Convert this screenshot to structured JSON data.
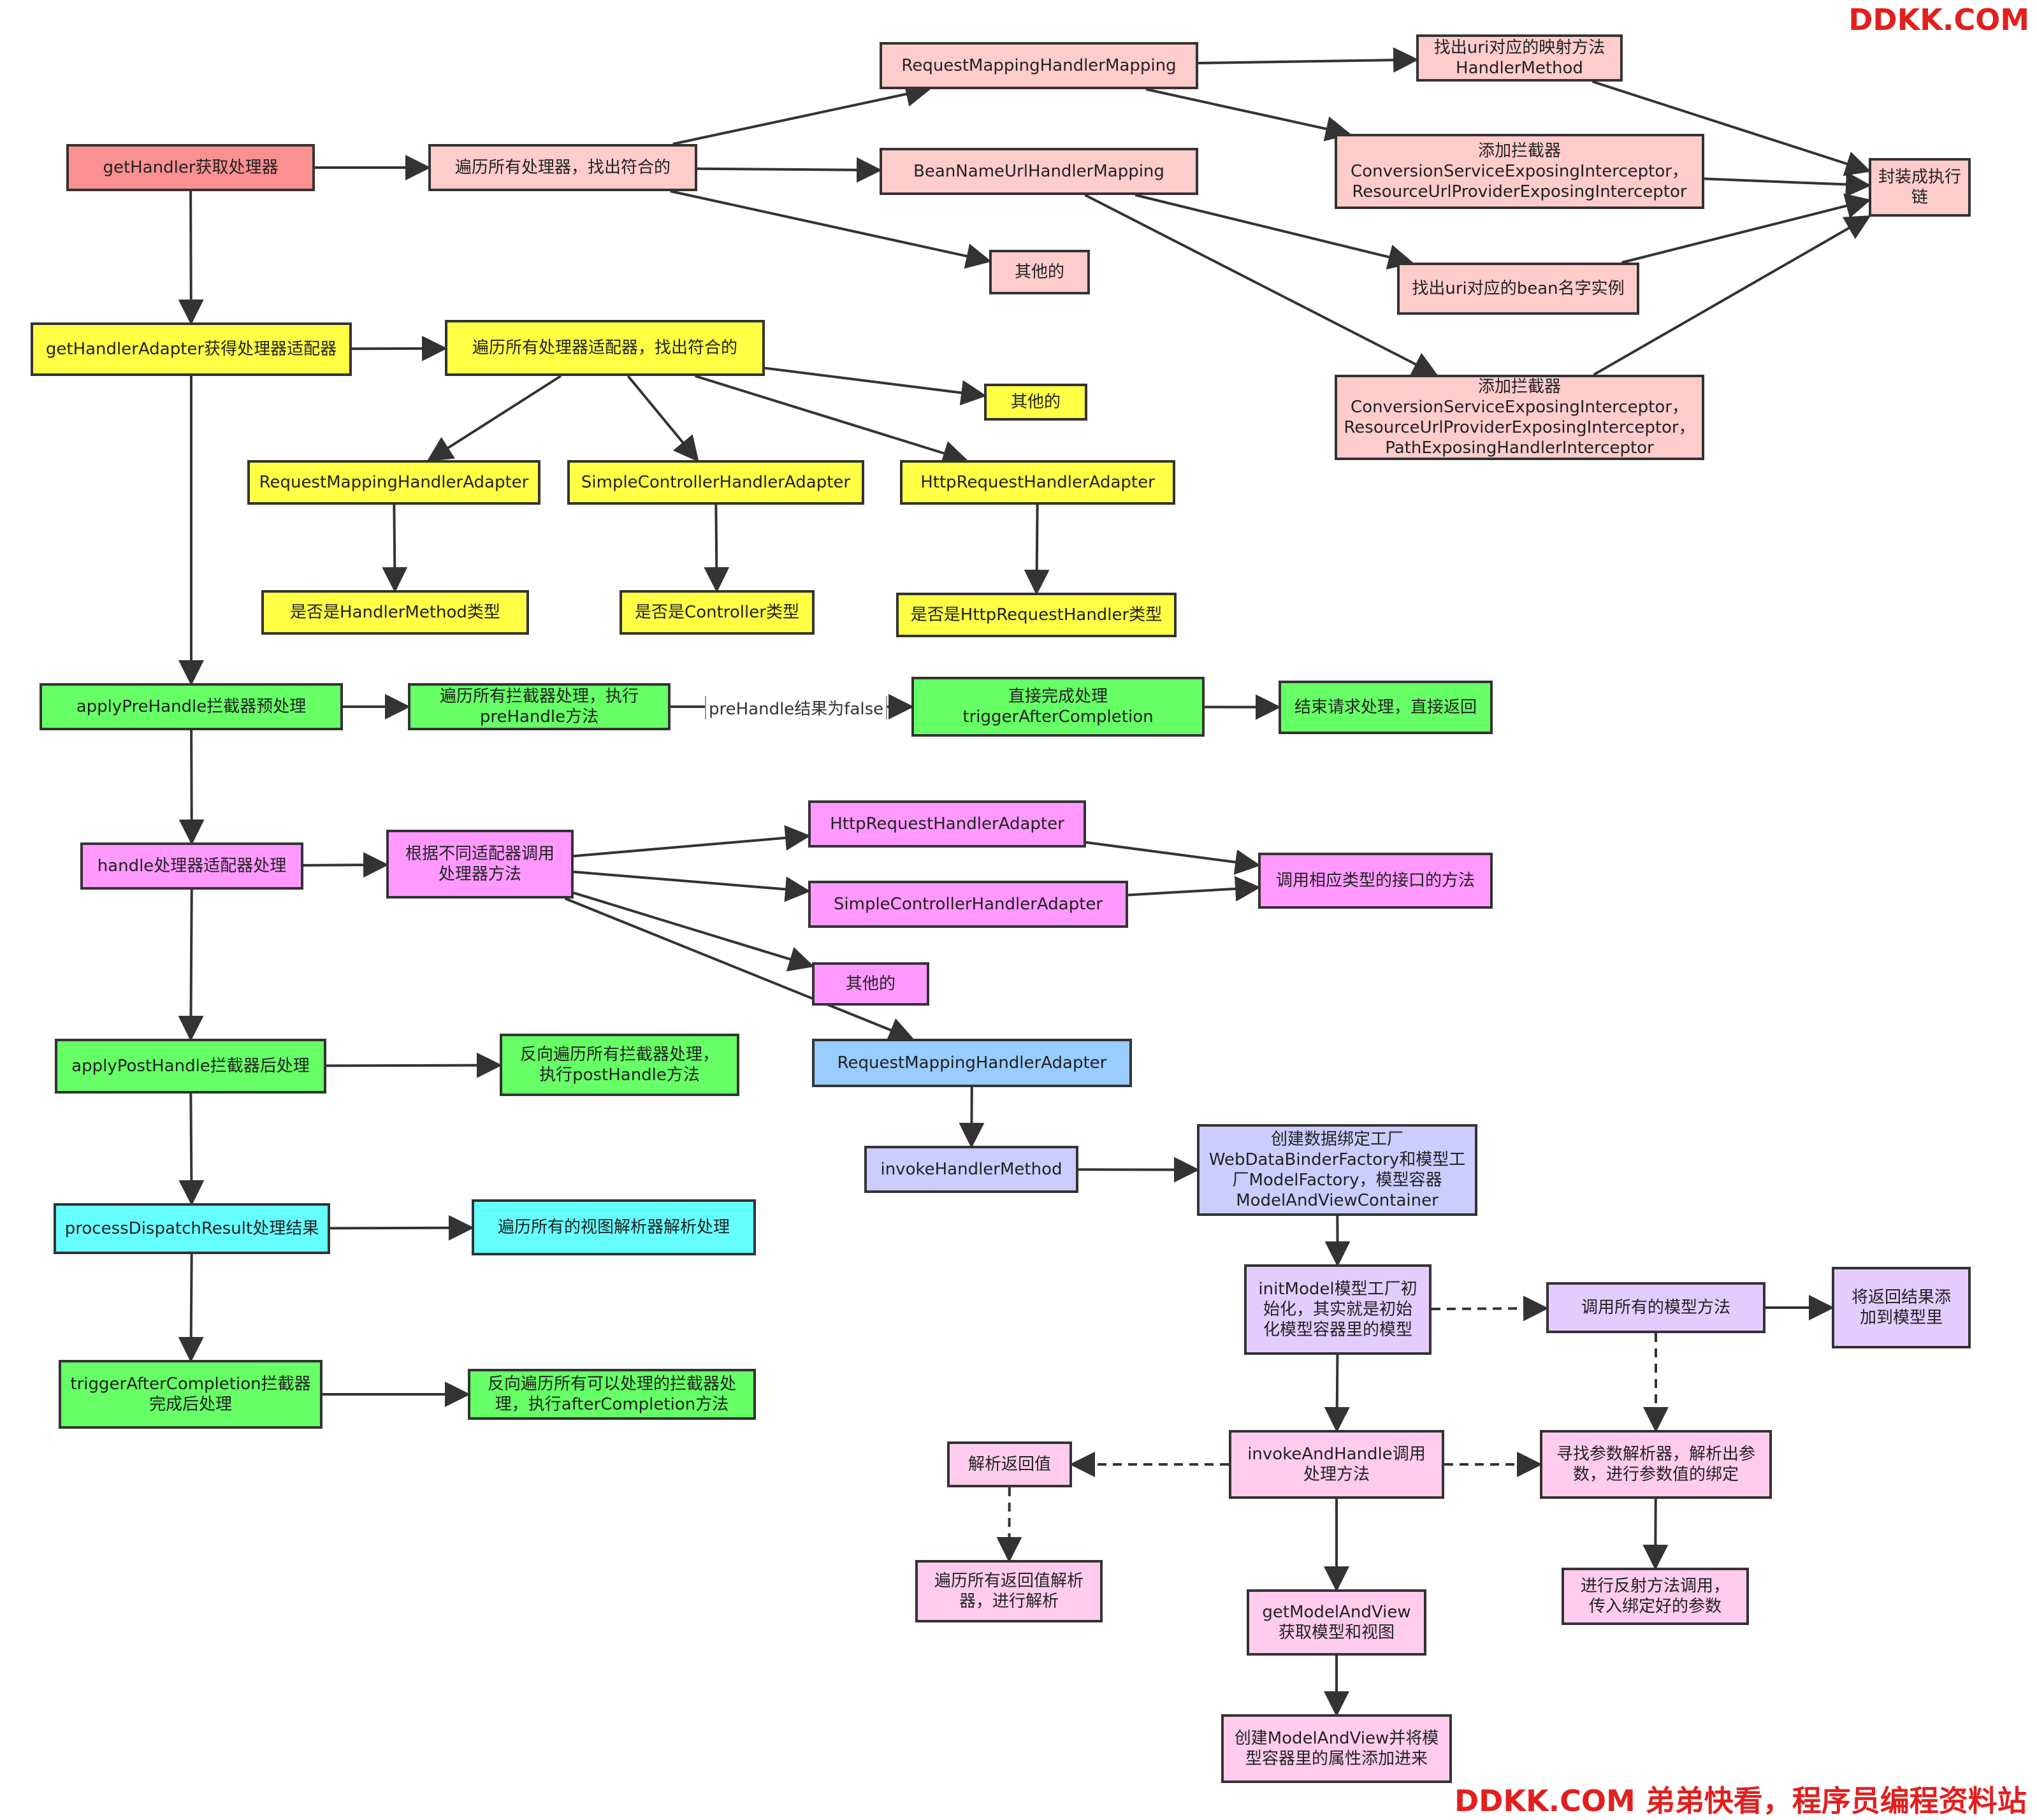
{
  "brand": {
    "top": "DDKK.COM",
    "bottom": "DDKK.COM 弟弟快看，程序员编程资料站"
  },
  "colors": {
    "red": "#fa9090",
    "pink": "#ffcccc",
    "yellow": "#ffff44",
    "green": "#66ff66",
    "magenta": "#ff99ff",
    "blue": "#99ccff",
    "lavender": "#ccccff",
    "lilac": "#e5ccff",
    "rose": "#ffccee",
    "cyan": "#66ffff",
    "line": "#333333"
  },
  "nodes": [
    {
      "id": "getHandler",
      "label": "getHandler获取处理器",
      "color": "red"
    },
    {
      "id": "iterHandlers",
      "label": "遍历所有处理器，找出符合的",
      "color": "pink"
    },
    {
      "id": "rmhm",
      "label": "RequestMappingHandlerMapping",
      "color": "pink"
    },
    {
      "id": "bnuhm",
      "label": "BeanNameUrlHandlerMapping",
      "color": "pink"
    },
    {
      "id": "otherMapping",
      "label": "其他的",
      "color": "pink"
    },
    {
      "id": "findUriMethod",
      "label": "找出uri对应的映射方法\nHandlerMethod",
      "color": "pink"
    },
    {
      "id": "addInterceptors1",
      "label": "添加拦截器\nConversionServiceExposingInterceptor，\nResourceUrlProviderExposingInterceptor",
      "color": "pink"
    },
    {
      "id": "findUriBean",
      "label": "找出uri对应的bean名字实例",
      "color": "pink"
    },
    {
      "id": "addInterceptors2",
      "label": "添加拦截器\nConversionServiceExposingInterceptor，\nResourceUrlProviderExposingInterceptor，\nPathExposingHandlerInterceptor",
      "color": "pink"
    },
    {
      "id": "wrapChain",
      "label": "封装成执行链",
      "color": "pink"
    },
    {
      "id": "getHandlerAdapter",
      "label": "getHandlerAdapter获得处理器适配器",
      "color": "yellow"
    },
    {
      "id": "iterAdapters",
      "label": "遍历所有处理器适配器，找出符合的",
      "color": "yellow"
    },
    {
      "id": "otherAdapter",
      "label": "其他的",
      "color": "yellow"
    },
    {
      "id": "rmhaY",
      "label": "RequestMappingHandlerAdapter",
      "color": "yellow"
    },
    {
      "id": "schaY",
      "label": "SimpleControllerHandlerAdapter",
      "color": "yellow"
    },
    {
      "id": "hrhaY",
      "label": "HttpRequestHandlerAdapter",
      "color": "yellow"
    },
    {
      "id": "isHandlerMethod",
      "label": "是否是HandlerMethod类型",
      "color": "yellow"
    },
    {
      "id": "isController",
      "label": "是否是Controller类型",
      "color": "yellow"
    },
    {
      "id": "isHttpRequestHandler",
      "label": "是否是HttpRequestHandler类型",
      "color": "yellow"
    },
    {
      "id": "applyPreHandle",
      "label": "applyPreHandle拦截器预处理",
      "color": "green"
    },
    {
      "id": "iterPreHandle",
      "label": "遍历所有拦截器处理，执行\npreHandle方法",
      "color": "green"
    },
    {
      "id": "directComplete",
      "label": "直接完成处理\ntriggerAfterCompletion",
      "color": "green"
    },
    {
      "id": "endRequest",
      "label": "结束请求处理，直接返回",
      "color": "green"
    },
    {
      "id": "handle",
      "label": "handle处理器适配器处理",
      "color": "magenta"
    },
    {
      "id": "callByAdapter",
      "label": "根据不同适配器调用\n处理器方法",
      "color": "magenta"
    },
    {
      "id": "hrhaM",
      "label": "HttpRequestHandlerAdapter",
      "color": "magenta"
    },
    {
      "id": "schaM",
      "label": "SimpleControllerHandlerAdapter",
      "color": "magenta"
    },
    {
      "id": "otherHandle",
      "label": "其他的",
      "color": "magenta"
    },
    {
      "id": "callInterface",
      "label": "调用相应类型的接口的方法",
      "color": "magenta"
    },
    {
      "id": "rmhaB",
      "label": "RequestMappingHandlerAdapter",
      "color": "blue"
    },
    {
      "id": "applyPostHandle",
      "label": "applyPostHandle拦截器后处理",
      "color": "green"
    },
    {
      "id": "iterPostHandle",
      "label": "反向遍历所有拦截器处理，\n执行postHandle方法",
      "color": "green"
    },
    {
      "id": "invokeHandlerMethod",
      "label": "invokeHandlerMethod",
      "color": "lavender"
    },
    {
      "id": "createFactories",
      "label": "创建数据绑定工厂\nWebDataBinderFactory和模型工\n厂ModelFactory，模型容器\nModelAndViewContainer",
      "color": "lavender"
    },
    {
      "id": "processDispatchResult",
      "label": "processDispatchResult处理结果",
      "color": "cyan"
    },
    {
      "id": "iterViewResolvers",
      "label": "遍历所有的视图解析器解析处理",
      "color": "cyan"
    },
    {
      "id": "initModel",
      "label": "initModel模型工厂初\n始化，其实就是初始\n化模型容器里的模型",
      "color": "lilac"
    },
    {
      "id": "callModelMethods",
      "label": "调用所有的模型方法",
      "color": "lilac"
    },
    {
      "id": "addResultToModel",
      "label": "将返回结果添\n加到模型里",
      "color": "lilac"
    },
    {
      "id": "triggerAfterCompletion",
      "label": "triggerAfterCompletion拦截器\n完成后处理",
      "color": "green"
    },
    {
      "id": "iterAfterCompletion",
      "label": "反向遍历所有可以处理的拦截器处\n理，执行afterCompletion方法",
      "color": "green"
    },
    {
      "id": "parseReturn",
      "label": "解析返回值",
      "color": "rose"
    },
    {
      "id": "invokeAndHandle",
      "label": "invokeAndHandle调用\n处理方法",
      "color": "rose"
    },
    {
      "id": "findArgResolver",
      "label": "寻找参数解析器，解析出参\n数，进行参数值的绑定",
      "color": "rose"
    },
    {
      "id": "iterReturnResolvers",
      "label": "遍历所有返回值解析\n器，进行解析",
      "color": "rose"
    },
    {
      "id": "reflectInvoke",
      "label": "进行反射方法调用，\n传入绑定好的参数",
      "color": "rose"
    },
    {
      "id": "getModelAndView",
      "label": "getModelAndView\n获取模型和视图",
      "color": "rose"
    },
    {
      "id": "createModelAndView",
      "label": "创建ModelAndView并将模\n型容器里的属性添加进来",
      "color": "rose"
    }
  ],
  "edges": [
    {
      "from": "getHandler",
      "to": "iterHandlers"
    },
    {
      "from": "iterHandlers",
      "to": "rmhm"
    },
    {
      "from": "iterHandlers",
      "to": "bnuhm"
    },
    {
      "from": "iterHandlers",
      "to": "otherMapping"
    },
    {
      "from": "rmhm",
      "to": "findUriMethod"
    },
    {
      "from": "rmhm",
      "to": "addInterceptors1"
    },
    {
      "from": "bnuhm",
      "to": "findUriBean"
    },
    {
      "from": "bnuhm",
      "to": "addInterceptors2"
    },
    {
      "from": "findUriMethod",
      "to": "wrapChain"
    },
    {
      "from": "addInterceptors1",
      "to": "wrapChain"
    },
    {
      "from": "findUriBean",
      "to": "wrapChain"
    },
    {
      "from": "addInterceptors2",
      "to": "wrapChain"
    },
    {
      "from": "getHandler",
      "to": "getHandlerAdapter"
    },
    {
      "from": "getHandlerAdapter",
      "to": "iterAdapters"
    },
    {
      "from": "iterAdapters",
      "to": "rmhaY"
    },
    {
      "from": "iterAdapters",
      "to": "schaY"
    },
    {
      "from": "iterAdapters",
      "to": "hrhaY"
    },
    {
      "from": "iterAdapters",
      "to": "otherAdapter"
    },
    {
      "from": "rmhaY",
      "to": "isHandlerMethod"
    },
    {
      "from": "schaY",
      "to": "isController"
    },
    {
      "from": "hrhaY",
      "to": "isHttpRequestHandler"
    },
    {
      "from": "getHandlerAdapter",
      "to": "applyPreHandle"
    },
    {
      "from": "applyPreHandle",
      "to": "iterPreHandle"
    },
    {
      "from": "iterPreHandle",
      "to": "directComplete",
      "label": "preHandle结果为false"
    },
    {
      "from": "directComplete",
      "to": "endRequest"
    },
    {
      "from": "applyPreHandle",
      "to": "handle"
    },
    {
      "from": "handle",
      "to": "callByAdapter"
    },
    {
      "from": "callByAdapter",
      "to": "hrhaM"
    },
    {
      "from": "callByAdapter",
      "to": "schaM"
    },
    {
      "from": "callByAdapter",
      "to": "otherHandle"
    },
    {
      "from": "callByAdapter",
      "to": "rmhaB"
    },
    {
      "from": "hrhaM",
      "to": "callInterface"
    },
    {
      "from": "schaM",
      "to": "callInterface"
    },
    {
      "from": "rmhaB",
      "to": "invokeHandlerMethod"
    },
    {
      "from": "invokeHandlerMethod",
      "to": "createFactories"
    },
    {
      "from": "createFactories",
      "to": "initModel"
    },
    {
      "from": "initModel",
      "to": "callModelMethods",
      "dashed": true
    },
    {
      "from": "callModelMethods",
      "to": "addResultToModel"
    },
    {
      "from": "callModelMethods",
      "to": "findArgResolver",
      "dashed": true
    },
    {
      "from": "initModel",
      "to": "invokeAndHandle"
    },
    {
      "from": "invokeAndHandle",
      "to": "parseReturn",
      "dashed": true
    },
    {
      "from": "invokeAndHandle",
      "to": "findArgResolver",
      "dashed": true
    },
    {
      "from": "parseReturn",
      "to": "iterReturnResolvers",
      "dashed": true
    },
    {
      "from": "findArgResolver",
      "to": "reflectInvoke"
    },
    {
      "from": "invokeAndHandle",
      "to": "getModelAndView"
    },
    {
      "from": "getModelAndView",
      "to": "createModelAndView"
    },
    {
      "from": "handle",
      "to": "applyPostHandle"
    },
    {
      "from": "applyPostHandle",
      "to": "iterPostHandle"
    },
    {
      "from": "applyPostHandle",
      "to": "processDispatchResult"
    },
    {
      "from": "processDispatchResult",
      "to": "iterViewResolvers"
    },
    {
      "from": "processDispatchResult",
      "to": "triggerAfterCompletion"
    },
    {
      "from": "triggerAfterCompletion",
      "to": "iterAfterCompletion"
    }
  ]
}
